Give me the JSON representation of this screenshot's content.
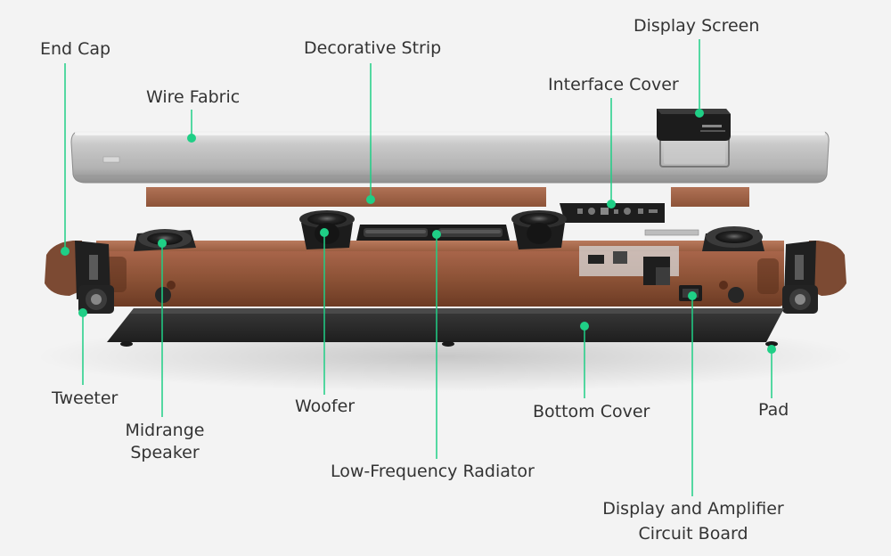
{
  "labels": {
    "end_cap": "End Cap",
    "decorative_strip": "Decorative Strip",
    "display_screen": "Display Screen",
    "wire_fabric": "Wire Fabric",
    "interface_cover": "Interface Cover",
    "tweeter": "Tweeter",
    "midrange_line1": "Midrange",
    "midrange_line2": "Speaker",
    "woofer": "Woofer",
    "low_frequency_radiator": "Low-Frequency Radiator",
    "bottom_cover": "Bottom Cover",
    "pad": "Pad",
    "display_amp_line1": "Display and Amplifier",
    "display_amp_line2": "Circuit Board"
  },
  "colors": {
    "leader": "#1fcf86",
    "background": "#f3f3f3",
    "text": "#333333",
    "wood": "#8a4f34",
    "fabric": "#b9b9b9",
    "bottom_cover": "#2c2c2c"
  }
}
